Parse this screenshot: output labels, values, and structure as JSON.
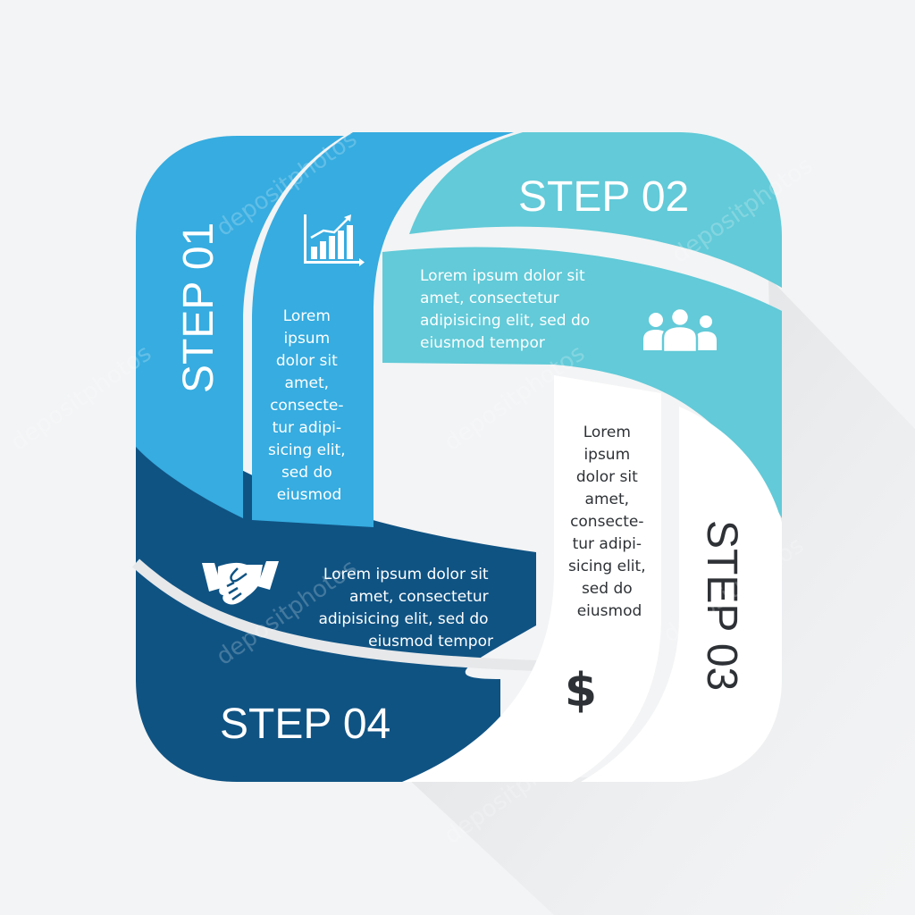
{
  "colors": {
    "background": "#f3f4f5",
    "step_01": "#36ace0",
    "step_02": "#62cad8",
    "step_03": "#ffffff",
    "step_04": "#0f5383",
    "text_dark": "#2e3236",
    "text_light": "#ffffff",
    "separator": "#e6e8ea"
  },
  "steps": [
    {
      "title": "STEP 01",
      "icon": "bar-chart-icon",
      "text_lines": [
        "Lorem",
        "ipsum",
        "dolor sit",
        "amet,",
        "consecte-",
        "tur adipi-",
        "sicing elit,",
        "sed do",
        "eiusmod"
      ]
    },
    {
      "title": "STEP 02",
      "icon": "people-group-icon",
      "text_lines": [
        "Lorem ipsum dolor sit",
        "amet, consectetur",
        "adipisicing elit, sed do",
        "eiusmod tempor"
      ]
    },
    {
      "title": "STEP 03",
      "icon": "dollar-sign-icon",
      "icon_glyph": "$",
      "text_lines": [
        "Lorem",
        "ipsum",
        "dolor sit",
        "amet,",
        "consecte-",
        "tur adipi-",
        "sicing elit,",
        "sed do",
        "eiusmod"
      ]
    },
    {
      "title": "STEP 04",
      "icon": "handshake-icon",
      "text_lines": [
        "Lorem ipsum dolor sit",
        "amet, consectetur",
        "adipisicing elit, sed do",
        "eiusmod tempor"
      ]
    }
  ],
  "watermark": "depositphotos"
}
